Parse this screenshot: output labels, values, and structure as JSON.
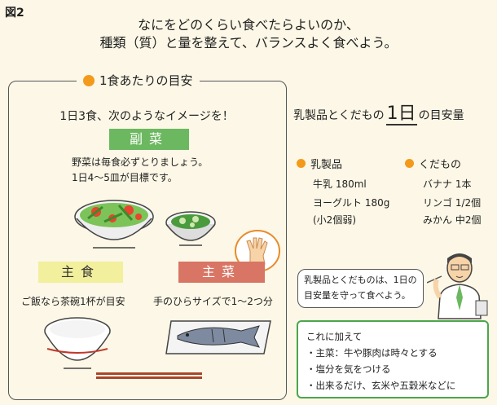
{
  "figure_label": "図2",
  "headline": {
    "line1": "なにをどのくらい食べたらよいのか、",
    "line2": "種類（質）と量を整えて、バランスよく食べよう。"
  },
  "panel": {
    "title": "1食あたりの目安",
    "subtitle": "1日3食、次のようなイメージを！",
    "fukusai": {
      "badge": "副菜",
      "line1": "野菜は毎食必ずとりましょう。",
      "line2": "1日4～5皿が目標です。"
    },
    "shushoku": {
      "badge": "主食",
      "desc": "ご飯なら茶碗1杯が目安"
    },
    "shusai": {
      "badge": "主菜",
      "desc": "手のひらサイズで1～2つ分"
    }
  },
  "right": {
    "title_pre": "乳製品とくだもの",
    "title_big": "1日",
    "title_post": "の目安量",
    "dairy": {
      "label": "乳製品",
      "items": [
        "牛乳 180ml",
        "ヨーグルト 180g",
        "(小2個弱)"
      ]
    },
    "fruit": {
      "label": "くだもの",
      "items": [
        "バナナ 1本",
        "リンゴ 1/2個",
        "みかん 中2個"
      ]
    },
    "speech": {
      "line1": "乳製品とくだものは、1日の",
      "line2": "目安量を守って食べよう。"
    },
    "addition": {
      "title": "これに加えて",
      "items": [
        "・主菜：牛や豚肉は時々とする",
        "・塩分を気をつける",
        "・出来るだけ、玄米や五穀米などに"
      ]
    }
  },
  "colors": {
    "background": "#fcf7e6",
    "accent_orange": "#f39a1c",
    "fukusai_green": "#6cb860",
    "shushoku_yellow": "#f2ef9d",
    "shusai_red": "#d97564",
    "box_green": "#4ca64c"
  },
  "icons": [
    "salad-bowl-icon",
    "cucumber-bowl-icon",
    "palm-hand-icon",
    "rice-bowl-icon",
    "fish-plate-icon",
    "chopsticks-icon",
    "doctor-icon"
  ]
}
